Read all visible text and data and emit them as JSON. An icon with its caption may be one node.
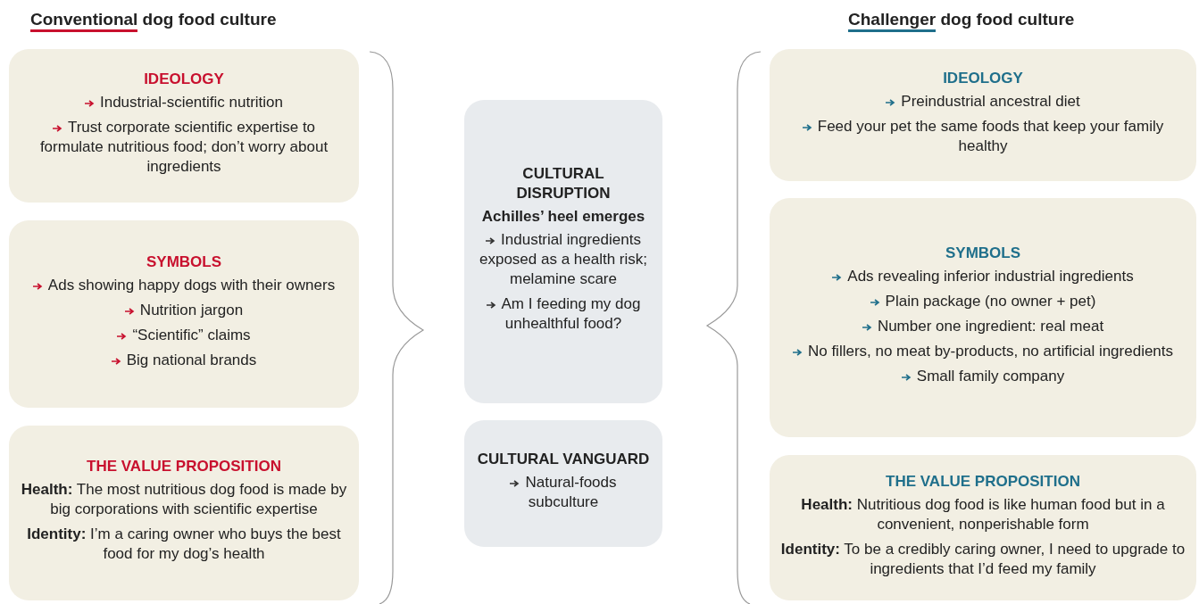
{
  "diagram": {
    "nodes": [
      {
        "text": [
          "IDEOLOGY",
          "Industrial-scientific nutrition",
          "Trust corporate scientific expertise to formulate nutritious food; don’t worry about ingredients"
        ]
      },
      {
        "text": [
          "SYMBOLS",
          "Ads showing happy dogs with their owners",
          "Nutrition jargon",
          "“Scientific” claims",
          "Big national brands"
        ]
      },
      {
        "text": [
          "THE VALUE PROPOSITION",
          "**Health:** The most nutritious dog food is made by big corporations with scientific expertise",
          "**Identity:** I’m a caring owner who buys the best food for my dog’s health"
        ]
      },
      {
        "text": [
          "CULTURAL DISRUPTION",
          "Achilles’ heel emerges",
          "Industrial ingredients exposed as a health risk; melamine scare",
          "Am I feeding my dog unhealthful food?"
        ]
      },
      {
        "text": [
          "CULTURAL VANGUARD",
          "Natural-foods subculture"
        ]
      },
      {
        "text": [
          "IDEOLOGY",
          "Preindustrial ancestral diet",
          "Feed your pet the same foods that keep your family healthy"
        ]
      },
      {
        "text": [
          "SYMBOLS",
          "Ads revealing inferior industrial ingredients",
          "Plain package (no owner + pet)",
          "Number one ingredient: real meat",
          "No fillers, no meat by-products, no artificial ingredients",
          "Small family company"
        ]
      },
      {
        "text": [
          "THE VALUE PROPOSITION",
          "**Health:** Nutritious dog food is like human food but in a convenient, nonperishable form",
          "**Identity:** To be a credibly caring owner, I need to upgrade to ingredients that I’d feed my family"
        ]
      }
    ],
    "labels": [
      "Conventional dog food culture",
      "Challenger dog food culture"
    ]
  }
}
